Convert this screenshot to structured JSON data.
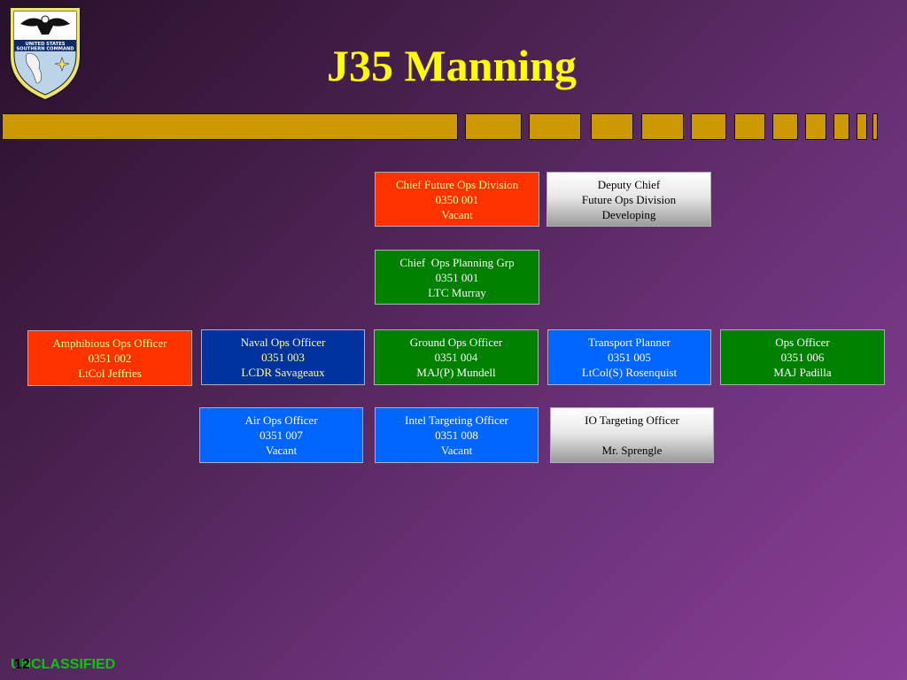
{
  "slide": {
    "title": "J35 Manning",
    "footer_label": "UNCLASSIFIED",
    "page_number": "12"
  },
  "seal": {
    "text_line1": "UNITED STATES",
    "text_line2": "SOUTHERN COMMAND"
  },
  "colors": {
    "title": "#ffff00",
    "bar": "#cc9900",
    "vacant_red": "#ff3300",
    "filled_green": "#008000",
    "navy": "#0033a0",
    "blue": "#0066ff",
    "grey": "#c0c0c0",
    "footer": "#00cc00"
  },
  "positions": {
    "chief_future_ops": {
      "title": "Chief Future Ops Division",
      "code": "0350 001",
      "holder": "Vacant"
    },
    "deputy_chief": {
      "line1": "Deputy Chief",
      "line2": "Future Ops Division",
      "line3": "Developing"
    },
    "chief_ops_planning": {
      "title": "Chief  Ops Planning Grp",
      "code": "0351 001",
      "holder": "LTC Murray"
    },
    "amphibious_ops": {
      "title": "Amphibious Ops Officer",
      "code": "0351 002",
      "holder": "LtCol Jeffries"
    },
    "naval_ops": {
      "title": "Naval Ops Officer",
      "code": "0351 003",
      "holder": "LCDR Savageaux"
    },
    "ground_ops": {
      "title": "Ground Ops Officer",
      "code": "0351 004",
      "holder": "MAJ(P) Mundell"
    },
    "transport_planner": {
      "title": "Transport Planner",
      "code": "0351 005",
      "holder": "LtCol(S) Rosenquist"
    },
    "ops_officer": {
      "title": "Ops Officer",
      "code": "0351 006",
      "holder": "MAJ Padilla"
    },
    "air_ops": {
      "title": "Air Ops Officer",
      "code": "0351 007",
      "holder": "Vacant"
    },
    "intel_targeting": {
      "title": "Intel Targeting Officer",
      "code": "0351 008",
      "holder": "Vacant"
    },
    "io_targeting": {
      "title": "IO Targeting Officer",
      "code": "",
      "holder": "Mr. Sprengle"
    }
  }
}
